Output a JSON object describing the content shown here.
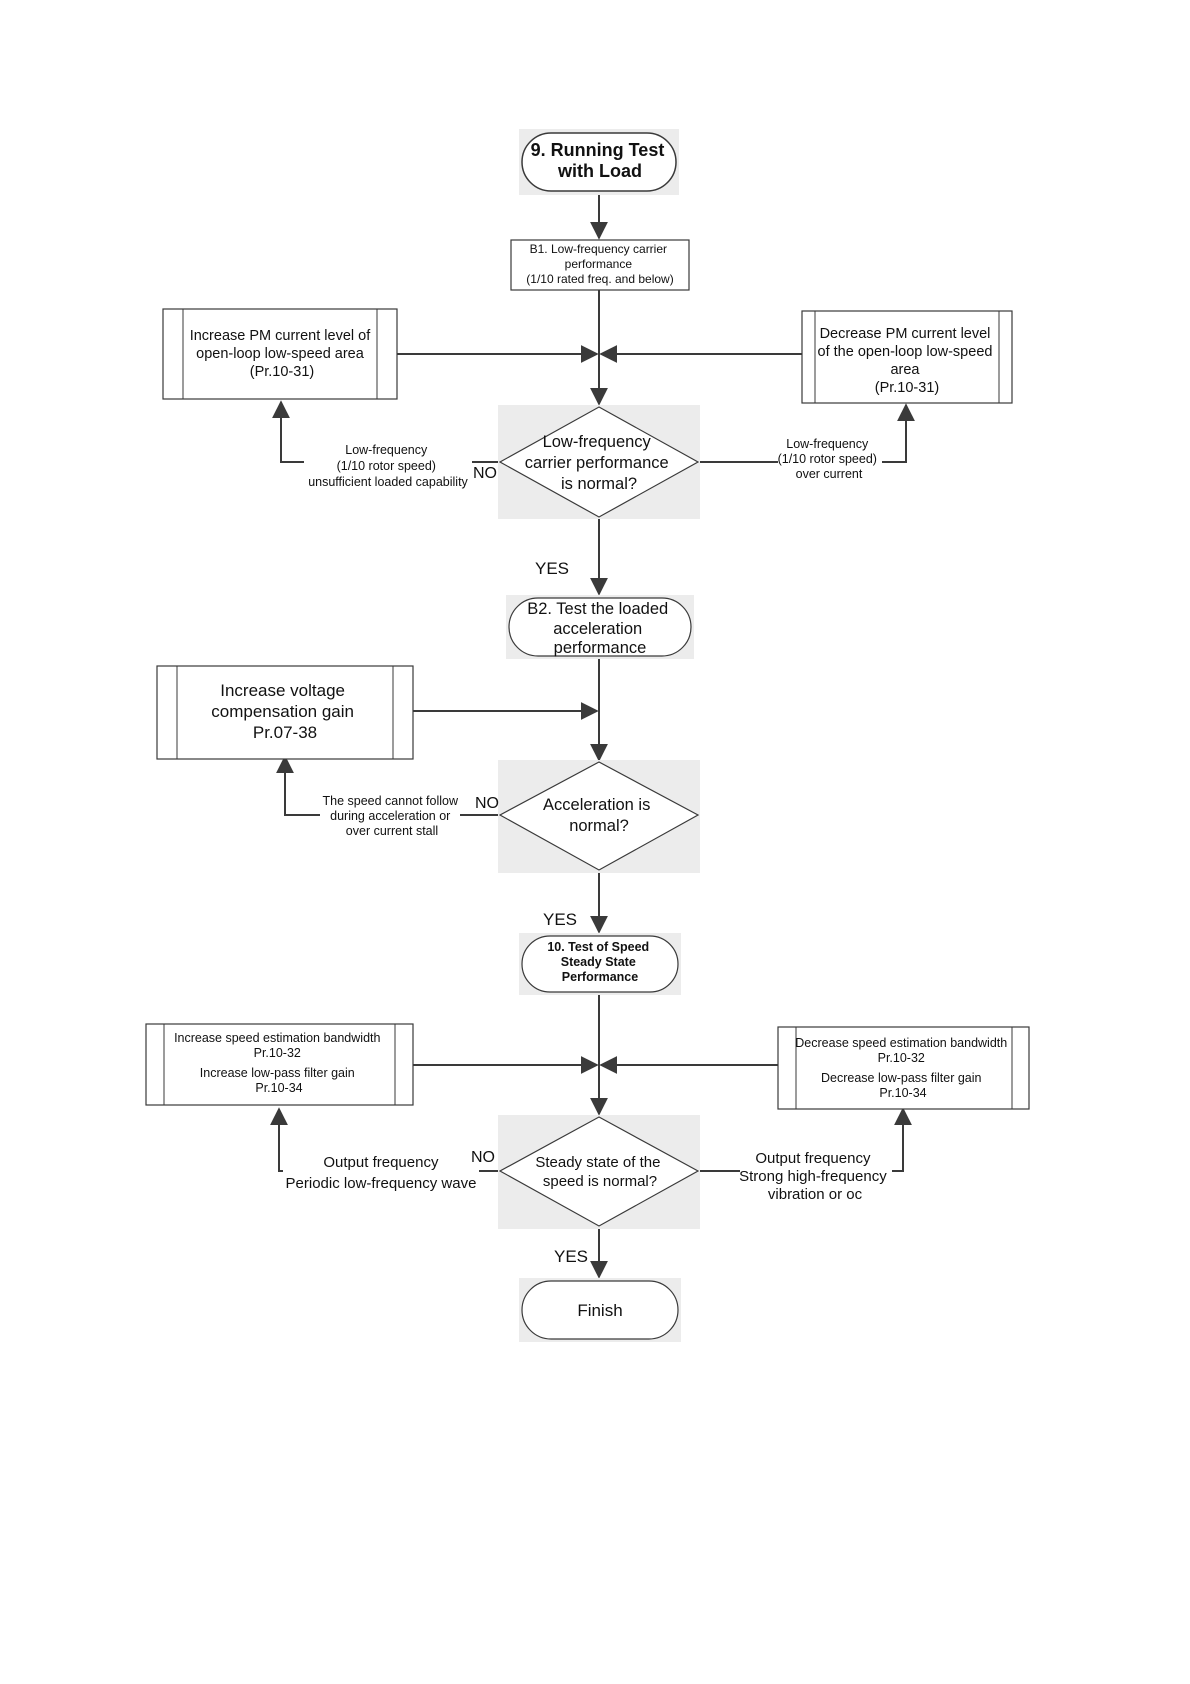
{
  "start": {
    "lines": [
      "9. Running Test",
      "with Load"
    ]
  },
  "b1": {
    "lines": [
      "B1. Low-frequency carrier",
      "performance",
      "(1/10 rated freq. and below)"
    ]
  },
  "pm_increase": {
    "lines": [
      "Increase PM current level of",
      "open-loop low-speed area",
      "(Pr.10-31)"
    ]
  },
  "pm_decrease": {
    "lines": [
      "Decrease PM current level",
      "of the open-loop low-speed",
      "area",
      "(Pr.10-31)"
    ]
  },
  "decision1": {
    "lines": [
      "Low-frequency",
      "carrier performance",
      "is normal?"
    ]
  },
  "d1_left_note": {
    "lines": [
      "Low-frequency",
      "(1/10 rotor speed)",
      "unsufficient loaded capability"
    ]
  },
  "d1_right_note": {
    "lines": [
      "Low-frequency",
      "(1/10 rotor speed)",
      "over current"
    ]
  },
  "d1_no": "NO",
  "d1_yes": "YES",
  "b2": {
    "lines": [
      "B2. Test the loaded",
      "acceleration",
      "performance"
    ]
  },
  "voltage_comp": {
    "lines": [
      "Increase voltage",
      "compensation gain",
      "Pr.07-38"
    ]
  },
  "decision2": {
    "lines": [
      "Acceleration is",
      "normal?"
    ]
  },
  "d2_left_note": {
    "lines": [
      "The speed cannot follow",
      "during acceleration or",
      "over current stall"
    ]
  },
  "d2_no": "NO",
  "d2_yes": "YES",
  "test10": {
    "lines": [
      "10. Test of Speed",
      "Steady State",
      "Performance"
    ]
  },
  "speed_increase": {
    "lines": [
      "Increase speed estimation bandwidth",
      "Pr.10-32",
      "Increase low-pass filter gain",
      "Pr.10-34"
    ]
  },
  "speed_decrease": {
    "lines": [
      "Decrease speed estimation bandwidth",
      "Pr.10-32",
      "Decrease low-pass filter gain",
      "Pr.10-34"
    ]
  },
  "decision3": {
    "lines": [
      "Steady state of the",
      "speed is normal?"
    ]
  },
  "d3_left_note": {
    "lines": [
      "Output frequency",
      "Periodic low-frequency wave"
    ]
  },
  "d3_right_note": {
    "lines": [
      "Output frequency",
      "Strong high-frequency",
      "vibration or oc"
    ]
  },
  "d3_no": "NO",
  "d3_yes": "YES",
  "finish": {
    "lines": [
      "Finish"
    ]
  },
  "colors": {
    "line": "#3a3a3a",
    "shadow": "#ececec",
    "fill": "#ffffff"
  }
}
